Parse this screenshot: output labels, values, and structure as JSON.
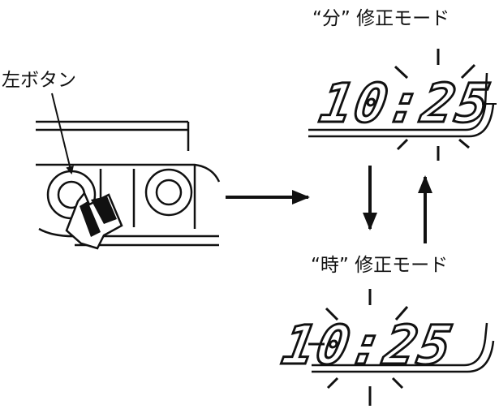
{
  "labels": {
    "left_button": "左ボタン",
    "minute_mode": "“分” 修正モード",
    "hour_mode": "“時” 修正モード"
  },
  "displays": {
    "minute_mode_time": "10:25",
    "hour_mode_time": "10:25"
  },
  "icons": {
    "flash_rays": "blink-indicator-icon",
    "press_pointer": "hand-pointer-icon"
  },
  "colors": {
    "ink": "#111111",
    "background": "#ffffff"
  }
}
